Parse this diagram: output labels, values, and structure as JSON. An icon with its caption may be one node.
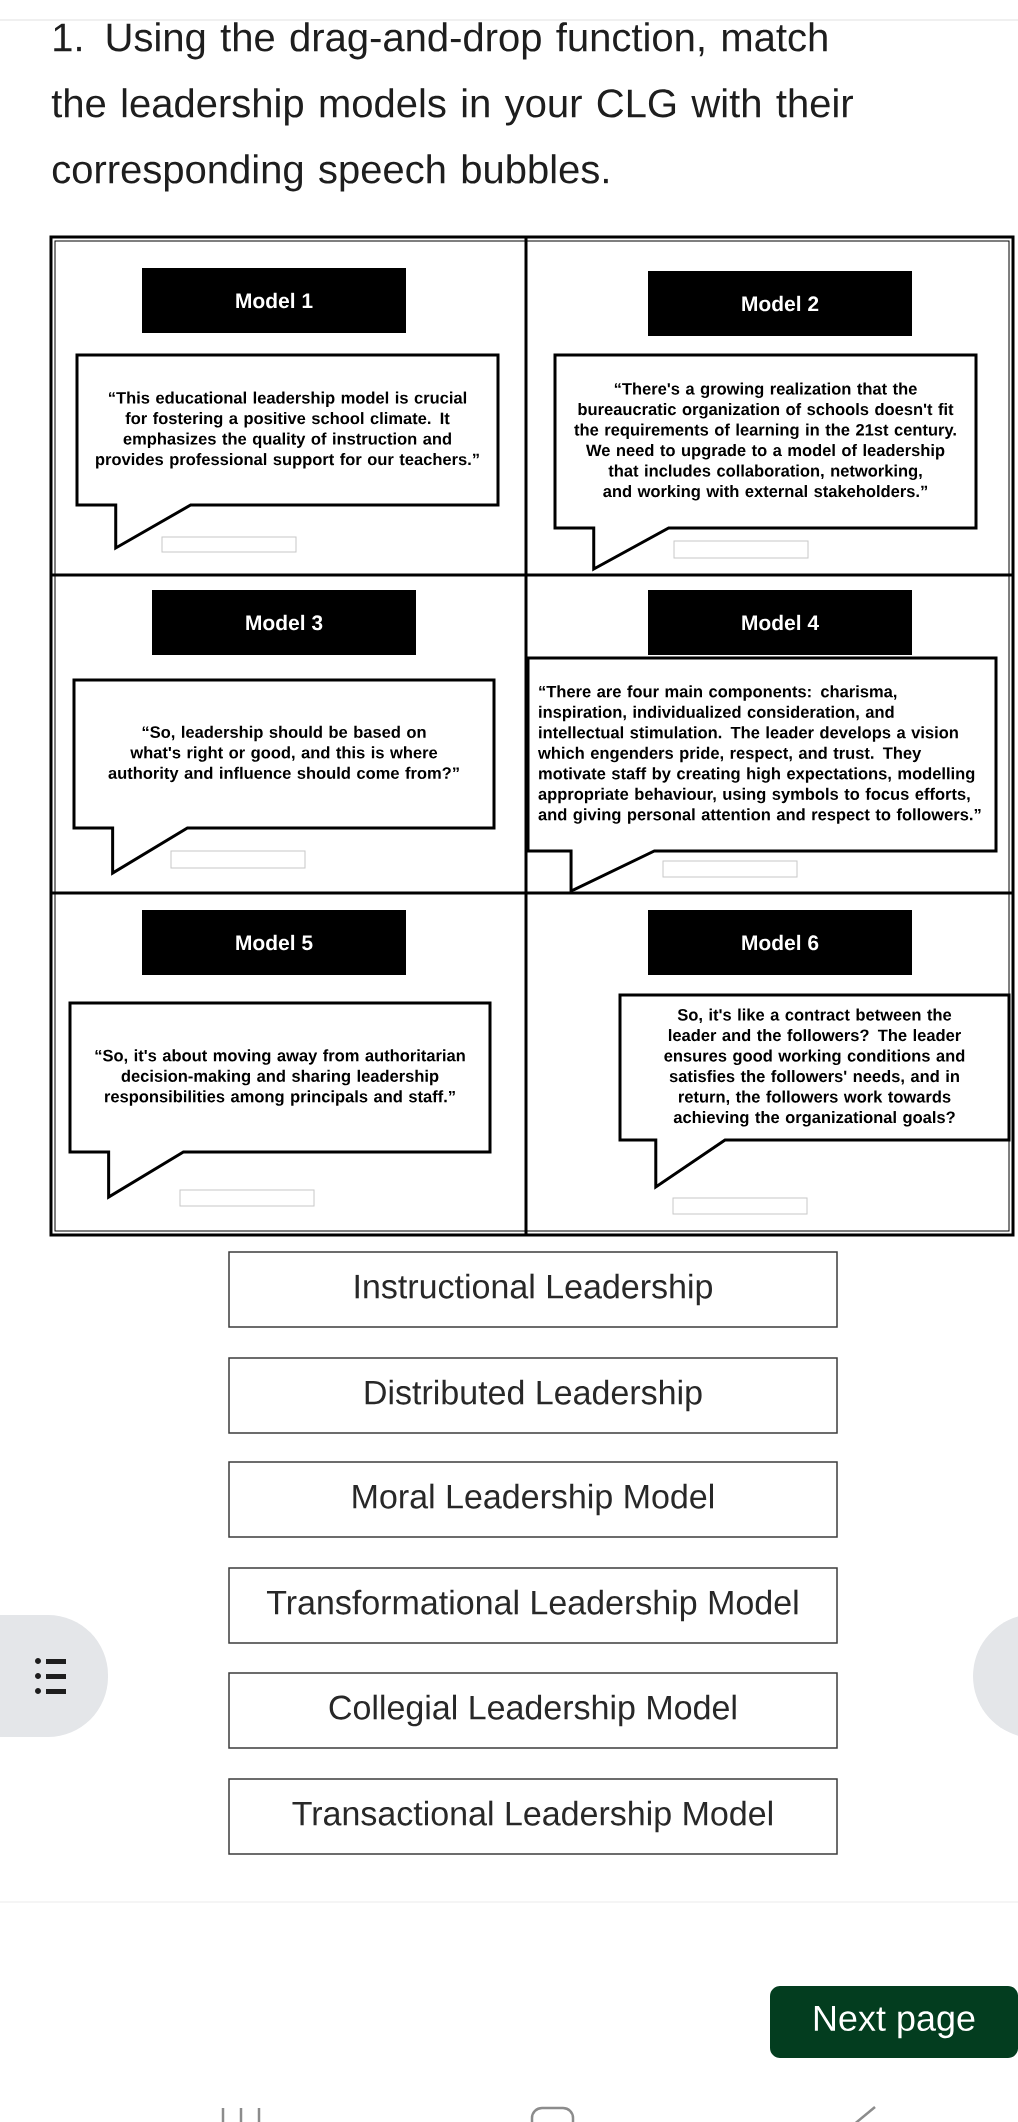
{
  "diagram": {
    "title": "1. Using the drag-and-drop function, match the leadership models in your CLG with their corresponding speech bubbles.",
    "nodes": [
      {
        "text": [
          "Model 1"
        ]
      },
      {
        "text": [
          "Model 2"
        ]
      },
      {
        "text": [
          "“This educational leadership model is crucial for fostering a positive school climate. It emphasizes the quality of instruction and provides professional support for our teachers.”"
        ]
      },
      {
        "text": [
          "“There's a growing realization that the bureaucratic organization of schools doesn't fit the requirements of learning in the 21st century. We need to upgrade to a model of leadership that includes collaboration, networking, and working with external stakeholders.”"
        ]
      },
      {
        "text": [],
        "shape": "box"
      },
      {
        "text": [],
        "shape": "box"
      },
      {
        "text": [
          "Model 3"
        ]
      },
      {
        "text": [
          "Model 4"
        ]
      },
      {
        "text": [
          "“So, leadership should be based on what's right or good, and this is where authority and influence should come from?”"
        ]
      },
      {
        "text": [
          "“There are four main components: charisma, inspiration, individualized consideration, and intellectual stimulation. The leader develops a vision which engenders pride, respect, and trust. They motivate staff by creating high expectations, modelling appropriate behaviour, using symbols to focus efforts, and giving personal attention and respect to followers.”"
        ]
      },
      {
        "text": [],
        "shape": "box"
      },
      {
        "text": [],
        "shape": "box"
      },
      {
        "text": [
          "Model 5"
        ]
      },
      {
        "text": [
          "Model 6"
        ]
      },
      {
        "text": [
          "“So, it's about moving away from authoritarian decision-making and sharing leadership responsibilities among principals and staff.”"
        ]
      },
      {
        "text": [
          "So, it's like a contract between the leader and the followers? The leader ensures good working conditions and satisfies the followers' needs, and in return, the followers work towards achieving the organizational goals?"
        ]
      },
      {
        "text": [],
        "shape": "box"
      },
      {
        "text": [],
        "shape": "box"
      },
      {
        "text": [
          "Instructional Leadership"
        ]
      },
      {
        "text": [
          "Distributed Leadership"
        ]
      },
      {
        "text": [
          "Moral Leadership Model"
        ]
      },
      {
        "text": [
          "Transformational Leadership Model"
        ]
      },
      {
        "text": [
          "Collegial Leadership Model"
        ]
      },
      {
        "text": [
          "Transactional Leadership Model"
        ]
      },
      {
        "text": [
          "Next page"
        ]
      }
    ]
  }
}
